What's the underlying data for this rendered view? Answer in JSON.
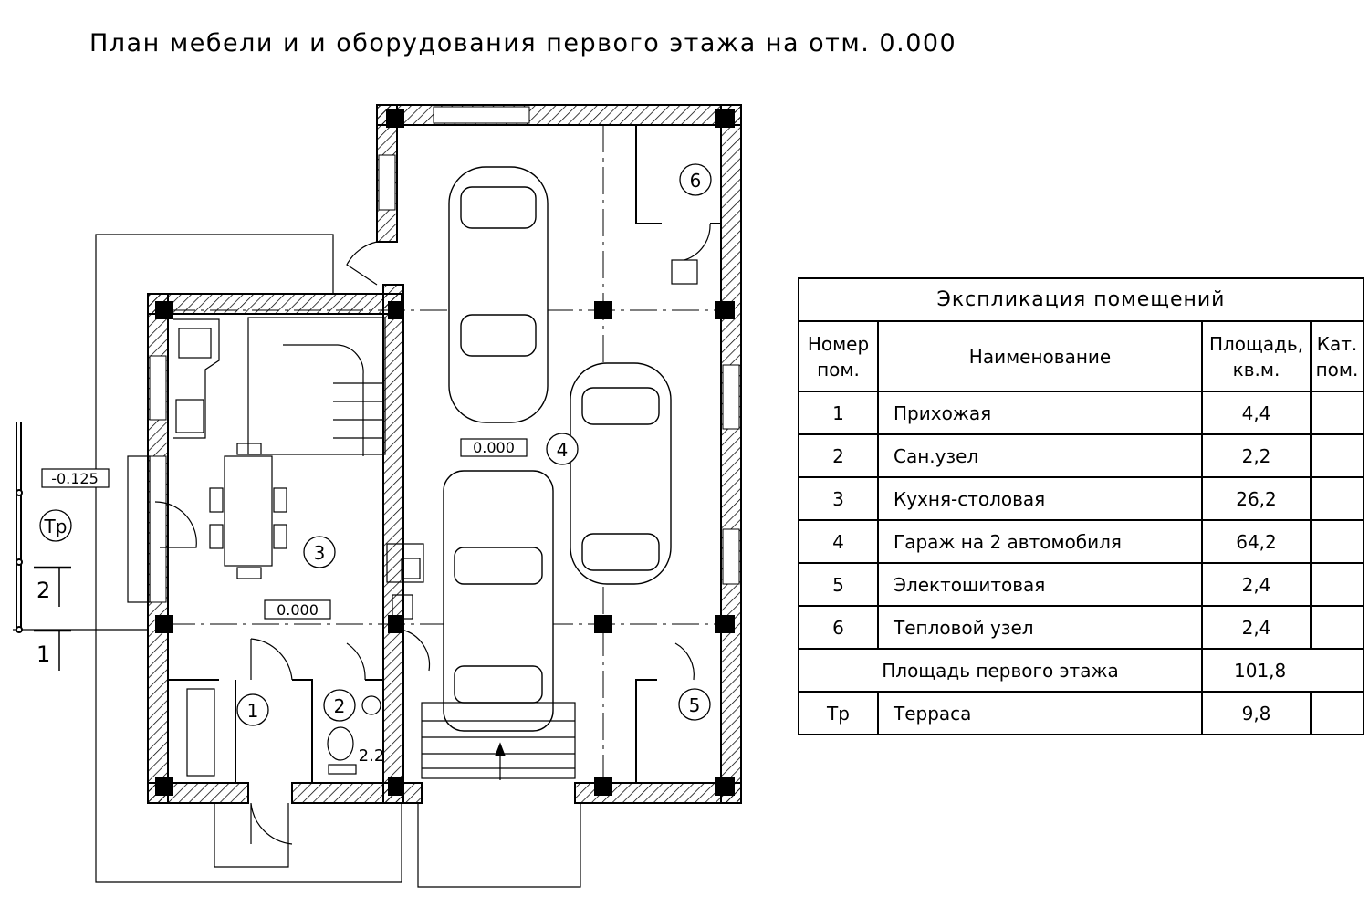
{
  "title": "План мебели и и оборудования первого этажа на отм. 0.000",
  "plan": {
    "room_markers": [
      "1",
      "2",
      "3",
      "4",
      "5",
      "6",
      "Тр"
    ],
    "levels": [
      "-0.125",
      "0.000",
      "0.000"
    ],
    "dimension_note": "2.2",
    "section_marks": [
      "2",
      "1"
    ]
  },
  "explication": {
    "caption": "Экспликация помещений",
    "headers": {
      "number": "Номер пом.",
      "name": "Наименование",
      "area": "Площадь, кв.м.",
      "category": "Кат. пом."
    },
    "rows": [
      {
        "number": "1",
        "name": "Прихожая",
        "area": "4,4",
        "category": ""
      },
      {
        "number": "2",
        "name": "Сан.узел",
        "area": "2,2",
        "category": ""
      },
      {
        "number": "3",
        "name": "Кухня-столовая",
        "area": "26,2",
        "category": ""
      },
      {
        "number": "4",
        "name": "Гараж на 2 автомобиля",
        "area": "64,2",
        "category": ""
      },
      {
        "number": "5",
        "name": "Электошитовая",
        "area": "2,4",
        "category": ""
      },
      {
        "number": "6",
        "name": "Тепловой узел",
        "area": "2,4",
        "category": ""
      }
    ],
    "total": {
      "label": "Площадь первого этажа",
      "area": "101,8"
    },
    "terrace": {
      "number": "Тр",
      "name": "Терраса",
      "area": "9,8",
      "category": ""
    }
  }
}
